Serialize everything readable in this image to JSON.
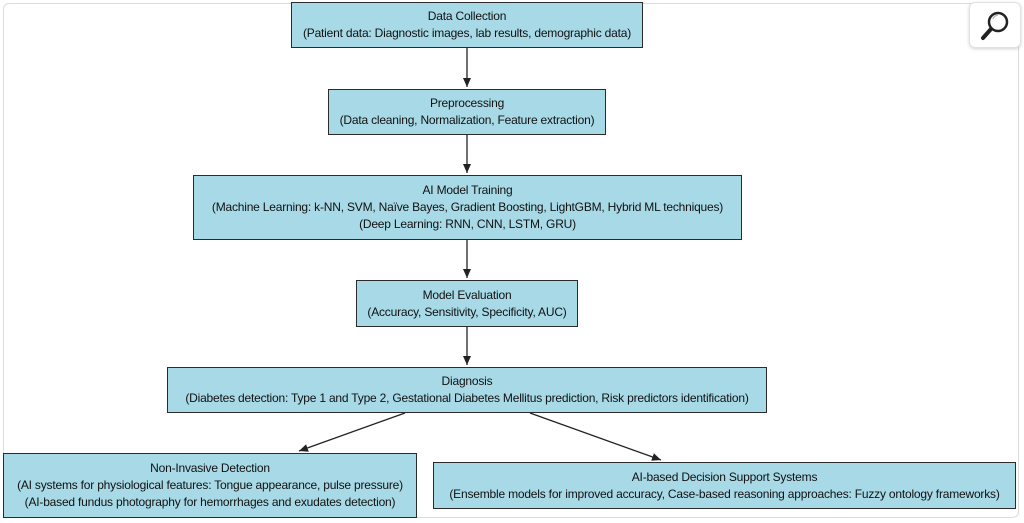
{
  "nodes": {
    "data_collection": {
      "title": "Data Collection",
      "line1": "(Patient data: Diagnostic images, lab results, demographic data)"
    },
    "preprocessing": {
      "title": "Preprocessing",
      "line1": "(Data cleaning, Normalization, Feature extraction)"
    },
    "ai_model_training": {
      "title": "AI Model Training",
      "line1": "(Machine Learning: k-NN, SVM, Naïve Bayes, Gradient Boosting, LightGBM, Hybrid ML techniques)",
      "line2": "(Deep Learning: RNN, CNN, LSTM, GRU)"
    },
    "model_evaluation": {
      "title": "Model Evaluation",
      "line1": "(Accuracy, Sensitivity, Specificity, AUC)"
    },
    "diagnosis": {
      "title": "Diagnosis",
      "line1": "(Diabetes detection: Type 1 and Type 2, Gestational Diabetes Mellitus prediction, Risk predictors identification)"
    },
    "non_invasive_detection": {
      "title": "Non-Invasive Detection",
      "line1": "(AI systems for physiological features: Tongue appearance, pulse pressure)",
      "line2": "(AI-based fundus photography for hemorrhages and exudates detection)"
    },
    "decision_support": {
      "title": "AI-based Decision Support Systems",
      "line1": "(Ensemble models for improved accuracy, Case-based reasoning approaches: Fuzzy ontology frameworks)"
    }
  },
  "colors": {
    "node_fill": "#a7d9e6",
    "node_border": "#2b2b2b",
    "edge": "#222222"
  },
  "toolbar": {
    "zoom_icon": "magnifier-icon"
  }
}
